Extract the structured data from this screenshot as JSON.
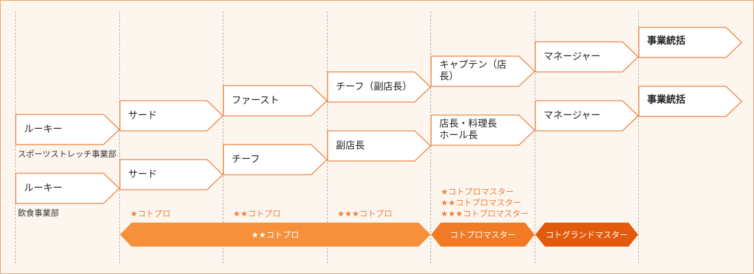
{
  "colors": {
    "border": "#e9a26a",
    "background": "#fdf6ef",
    "accent": "#ee7f3a",
    "band_light": "#f7903a",
    "band_mid": "#f27a24",
    "band_dark": "#e35a0c"
  },
  "rookie_sports": {
    "label": "ルーキー",
    "dept": "スポーツストレッチ事業部"
  },
  "rookie_food": {
    "label": "ルーキー",
    "dept": "飲食事業部"
  },
  "third_sports": "サード",
  "third_food": "サード",
  "first": "ファースト",
  "chief": "チーフ",
  "chief_vice_manager": "チーフ（副店長）",
  "vice_manager": "副店長",
  "captain_manager": "キャプテン（店長）",
  "store_chef_hall": {
    "line1": "店長・料理長",
    "line2": "ホール長"
  },
  "manager_top": "マネージャー",
  "manager_bottom": "マネージャー",
  "business_head_top": "事業統括",
  "business_head_bottom": "事業統括",
  "ranks": {
    "r1": "★コトプロ",
    "r2": "★★コトプロ",
    "r3": "★★★コトプロ",
    "master1": "★コトプロマスター",
    "master2": "★★コトプロマスター",
    "master3": "★★★コトプロマスター"
  },
  "bands": {
    "kotopro": "★★コトプロ",
    "master": "コトプロマスター",
    "grand_master": "コトグランドマスター"
  }
}
